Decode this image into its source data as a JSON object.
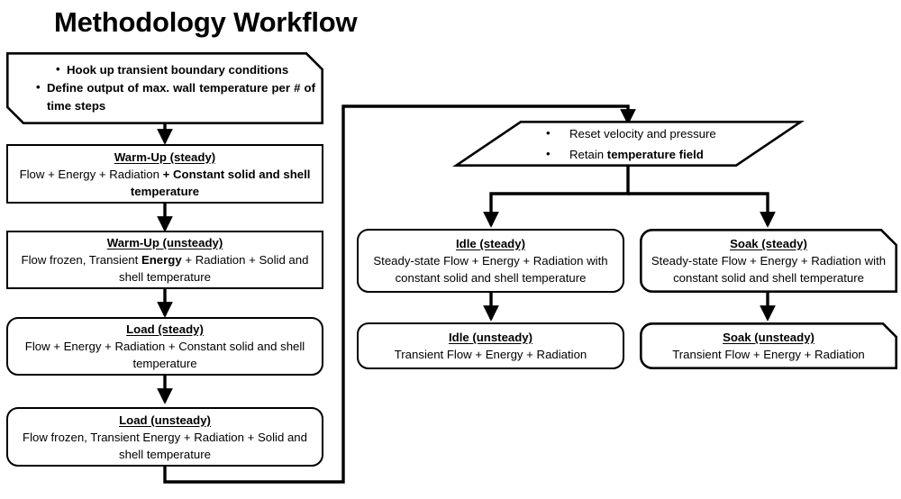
{
  "title": "Methodology Workflow",
  "diagram": {
    "type": "flowchart",
    "orientation": "top-down with feedback loop",
    "nodes": [
      {
        "id": "start",
        "shape": "cut-corner-banner",
        "bullets": [
          "Hook up transient boundary conditions",
          "Define output of max. wall temperature per # of time steps"
        ]
      },
      {
        "id": "warmup-steady",
        "shape": "rectangle",
        "title": "Warm-Up (steady)",
        "body_plain": "Flow + Energy + Radiation ",
        "body_bold": "+ Constant solid and shell temperature"
      },
      {
        "id": "warmup-unsteady",
        "shape": "rectangle",
        "title": "Warm-Up (unsteady)",
        "body_pre": "Flow frozen, Transient ",
        "body_bold": "Energy",
        "body_post": " + Radiation + Solid and shell temperature"
      },
      {
        "id": "load-steady",
        "shape": "rounded-rectangle",
        "title": "Load (steady)",
        "body": "Flow + Energy + Radiation + Constant solid and shell temperature"
      },
      {
        "id": "load-unsteady",
        "shape": "rounded-rectangle",
        "title": "Load (unsteady)",
        "body": "Flow frozen, Transient Energy + Radiation + Solid and shell temperature"
      },
      {
        "id": "reset",
        "shape": "parallelogram",
        "bullets_pre": [
          "Reset velocity and pressure",
          "Retain "
        ],
        "bullet_bold": "temperature field"
      },
      {
        "id": "idle-steady",
        "shape": "rounded-rectangle",
        "title": "Idle (steady)",
        "body": "Steady-state Flow + Energy + Radiation with constant solid and shell temperature"
      },
      {
        "id": "soak-steady",
        "shape": "cut-corner-rounded",
        "title": "Soak (steady)",
        "body": "Steady-state Flow + Energy + Radiation with constant solid and shell temperature"
      },
      {
        "id": "idle-unsteady",
        "shape": "rounded-rectangle",
        "title": "Idle (unsteady)",
        "body": "Transient Flow + Energy + Radiation"
      },
      {
        "id": "soak-unsteady",
        "shape": "cut-corner-rounded",
        "title": "Soak (unsteady)",
        "body": "Transient Flow + Energy + Radiation"
      }
    ],
    "edges": [
      "start -> warmup-steady",
      "warmup-steady -> warmup-unsteady",
      "warmup-unsteady -> load-steady",
      "load-steady -> load-unsteady",
      "load-unsteady -> reset (feedback loop around right)",
      "reset -> idle-steady",
      "reset -> soak-steady",
      "idle-steady -> idle-unsteady",
      "soak-steady -> soak-unsteady"
    ]
  },
  "colors": {
    "stroke": "#000000",
    "background": "#ffffff",
    "text": "#000000"
  }
}
